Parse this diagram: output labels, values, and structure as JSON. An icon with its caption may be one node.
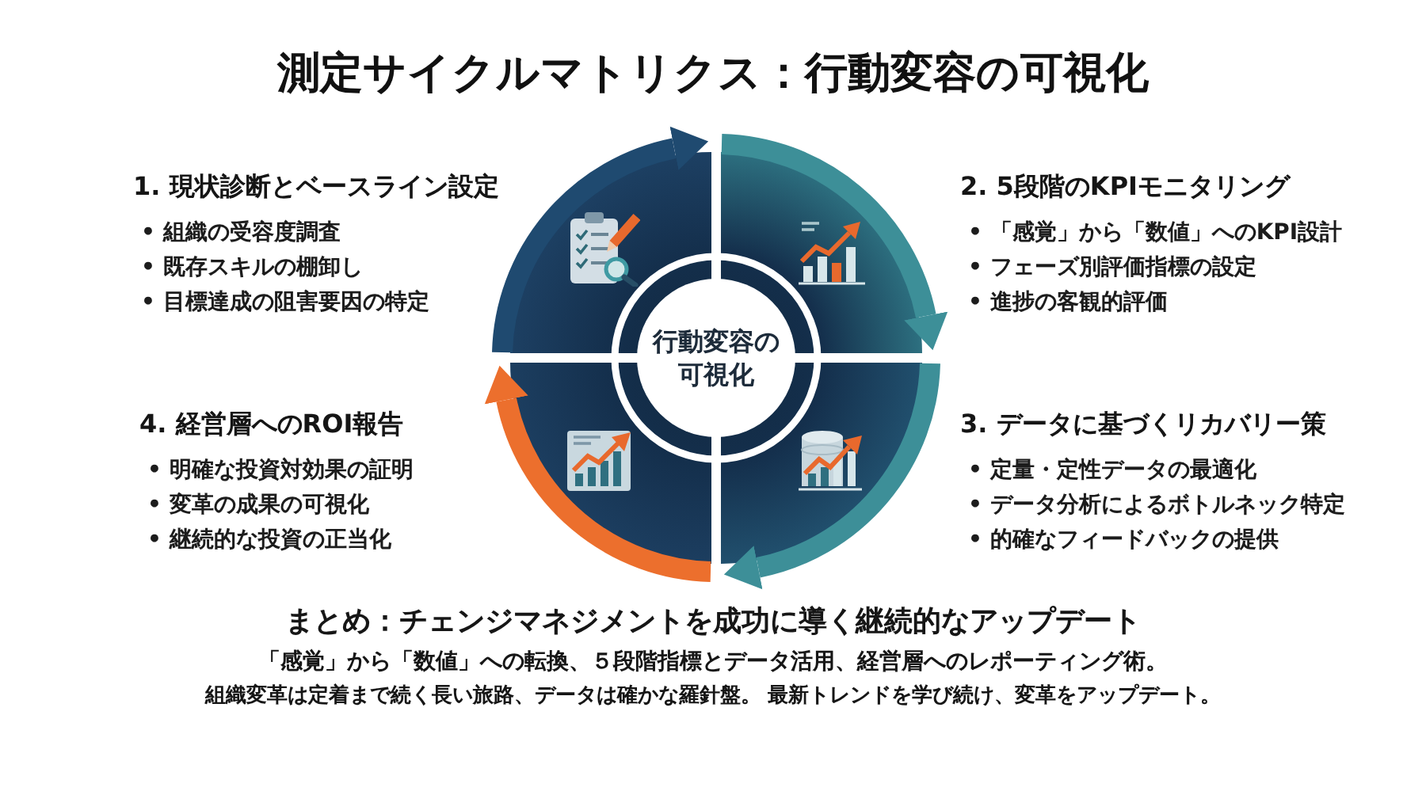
{
  "diagram": {
    "title": "測定サイクルマトリクス：行動変容の可視化",
    "nodes": [
      {
        "text": [],
        "shape": "quadrant",
        "beside": [
          "1. 現状診断とベースライン設定",
          "• 組織の受容度調査",
          "• 既存スキルの棚卸し",
          "• 目標達成の阻害要因の特定"
        ]
      },
      {
        "text": [],
        "shape": "quadrant",
        "beside": [
          "2. 5段階のKPIモニタリング",
          "• 「感覚」から「数値」へのKPI設計",
          "• フェーズ別評価指標の設定",
          "• 進捗の客観的評価"
        ]
      },
      {
        "text": [
          "行動変容の可視化"
        ]
      },
      {
        "text": [],
        "shape": "quadrant",
        "beside": [
          "4. 経営層へのROI報告",
          "• 明確な投資対効果の証明",
          "• 変革の成果の可視化",
          "• 継続的な投資の正当化"
        ]
      },
      {
        "text": [],
        "shape": "quadrant",
        "beside": [
          "3. データに基づくリカバリー策",
          "• 定量・定性データの最適化",
          "• データ分析によるボトルネック特定",
          "• 的確なフィードバックの提供"
        ]
      }
    ],
    "edges": [
      {
        "from": 0,
        "to": 1,
        "arrow": "to",
        "color": "#1f4a70"
      },
      {
        "from": 1,
        "to": 4,
        "arrow": "to"
      },
      {
        "from": 4,
        "to": 3,
        "arrow": "to"
      },
      {
        "from": 3,
        "to": 0,
        "arrow": "to",
        "color": "#ec6f2d"
      }
    ],
    "labels": [
      "まとめ：チェンジマネジメントを成功に導く継続的なアップデート",
      "「感覚」から「数値」への転換、５段階指標とデータ活用、経営層へのレポーティング術。",
      "組織変革は定着まで続く長い旅路、データは確かな羅針盤。 最新トレンドを学び続け、変革をアップデート。"
    ]
  }
}
